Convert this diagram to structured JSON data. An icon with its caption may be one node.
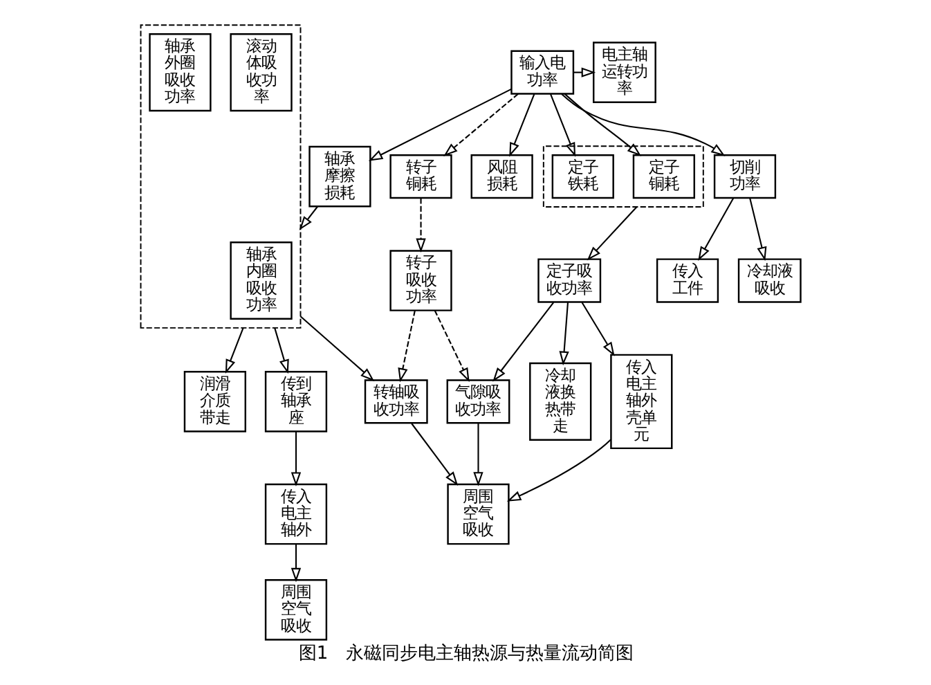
{
  "diagram": {
    "caption": "图1　永磁同步电主轴热源与热量流动简图",
    "nodes": [
      {
        "text": [
          "输入电功率"
        ]
      },
      {
        "text": [
          "电主轴运转功率"
        ]
      },
      {
        "text": [],
        "shape": "box"
      },
      {
        "text": [
          "定子铜耗"
        ],
        "in": 2
      },
      {
        "text": [
          "定子铁耗"
        ],
        "in": 2
      },
      {
        "text": [
          "转子铜耗"
        ]
      },
      {
        "text": [
          "风阻损耗"
        ]
      },
      {
        "text": [
          "轴承摩擦损耗"
        ]
      },
      {
        "text": [
          "切削功率"
        ]
      },
      {
        "text": [
          "冷却液吸收"
        ]
      },
      {
        "text": [],
        "shape": "box"
      },
      {
        "text": [
          "轴承内圈吸收功率"
        ],
        "in": 10
      },
      {
        "text": [
          "滚动体吸收功率"
        ],
        "in": 10
      },
      {
        "text": [
          "轴承外圈吸收功率"
        ],
        "in": 10
      },
      {
        "text": [
          "传入工件"
        ]
      },
      {
        "text": [
          "定子吸收功率"
        ]
      },
      {
        "text": [
          "气隙吸收功率"
        ]
      },
      {
        "text": [
          "转子吸收功率"
        ]
      },
      {
        "text": [
          "冷却液换热带走"
        ]
      },
      {
        "text": [
          "传入电主轴外壳单元"
        ]
      },
      {
        "text": [
          "周围空气吸收"
        ]
      },
      {
        "text": [
          "转轴吸收功率"
        ]
      },
      {
        "text": [
          "润滑介质带走"
        ]
      },
      {
        "text": [
          "传到轴承座"
        ]
      },
      {
        "text": [
          "传入电主轴外"
        ]
      },
      {
        "text": [
          "周围空气吸收"
        ]
      }
    ],
    "edges": [
      {
        "from": 0,
        "to": 1,
        "arrow": "to"
      },
      {
        "from": 0,
        "to": 3,
        "arrow": "to"
      },
      {
        "from": 0,
        "to": 4,
        "arrow": "to"
      },
      {
        "from": 0,
        "to": 5,
        "arrow": "to",
        "style": "dashed"
      },
      {
        "from": 0,
        "to": 6,
        "arrow": "to"
      },
      {
        "from": 0,
        "to": 7,
        "arrow": "to"
      },
      {
        "from": 0,
        "to": 8,
        "arrow": "to"
      },
      {
        "from": 8,
        "to": 9,
        "arrow": "to"
      },
      {
        "from": 7,
        "to": 10,
        "arrow": "to"
      },
      {
        "from": 8,
        "to": 14,
        "arrow": "to"
      },
      {
        "from": 2,
        "to": 15,
        "arrow": "to"
      },
      {
        "from": 5,
        "to": 17,
        "arrow": "to",
        "style": "dashed"
      },
      {
        "from": 15,
        "to": 16,
        "arrow": "to"
      },
      {
        "from": 17,
        "to": 16,
        "arrow": "to",
        "style": "dashed"
      },
      {
        "from": 15,
        "to": 18,
        "arrow": "to"
      },
      {
        "from": 15,
        "to": 19,
        "arrow": "to"
      },
      {
        "from": 16,
        "to": 20,
        "arrow": "to"
      },
      {
        "from": 19,
        "to": 20,
        "arrow": "to"
      },
      {
        "from": 17,
        "to": 21,
        "arrow": "to",
        "style": "dashed"
      },
      {
        "from": 21,
        "to": 20,
        "arrow": "to"
      },
      {
        "from": 10,
        "to": 21,
        "arrow": "to"
      },
      {
        "from": 10,
        "to": 22,
        "arrow": "to"
      },
      {
        "from": 10,
        "to": 23,
        "arrow": "to"
      },
      {
        "from": 23,
        "to": 24,
        "arrow": "to"
      },
      {
        "from": 24,
        "to": 25,
        "arrow": "to"
      }
    ]
  }
}
